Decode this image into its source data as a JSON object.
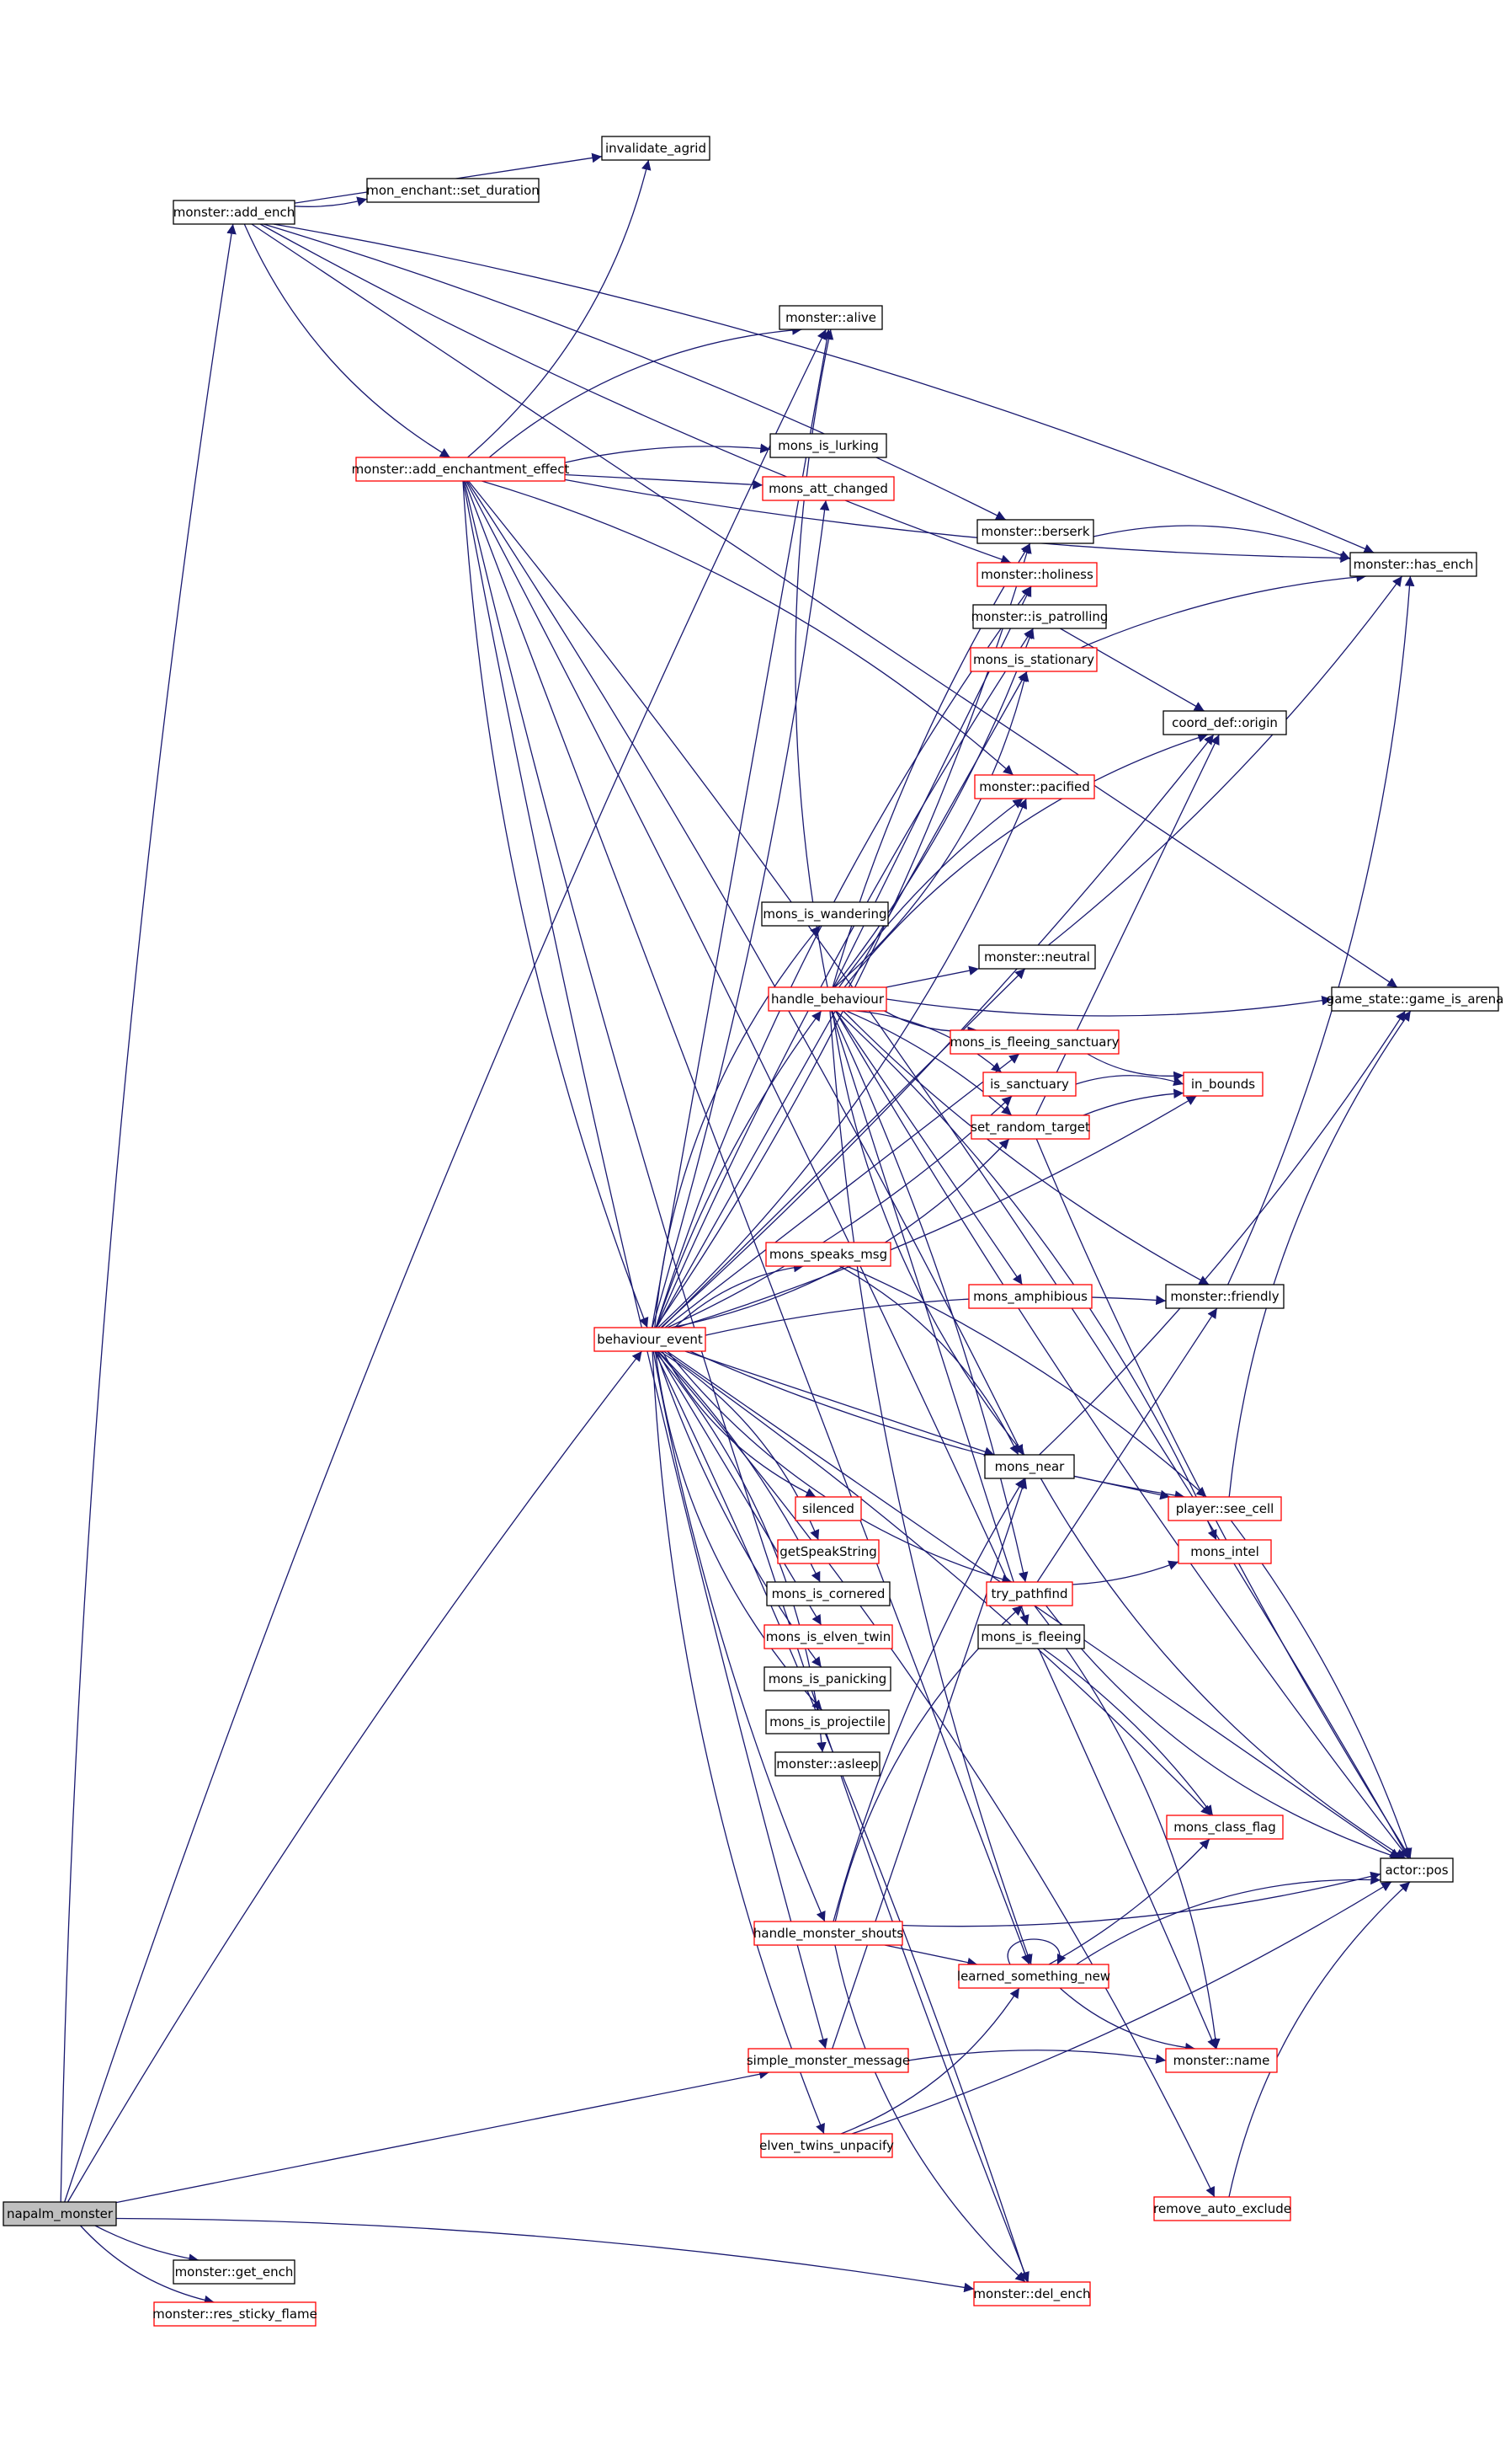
{
  "graph": {
    "nodes": [
      {
        "id": "napalm_monster",
        "label": "napalm_monster",
        "style": "root"
      },
      {
        "id": "add_ench",
        "label": "monster::add_ench",
        "style": "black"
      },
      {
        "id": "invalidate_agrid",
        "label": "invalidate_agrid",
        "style": "black"
      },
      {
        "id": "set_duration",
        "label": "mon_enchant::set_duration",
        "style": "black"
      },
      {
        "id": "alive",
        "label": "monster::alive",
        "style": "black"
      },
      {
        "id": "add_ench_effect",
        "label": "monster::add_enchantment_effect",
        "style": "red"
      },
      {
        "id": "mons_is_lurking",
        "label": "mons_is_lurking",
        "style": "black"
      },
      {
        "id": "mons_att_changed",
        "label": "mons_att_changed",
        "style": "red"
      },
      {
        "id": "berserk",
        "label": "monster::berserk",
        "style": "black"
      },
      {
        "id": "has_ench",
        "label": "monster::has_ench",
        "style": "black"
      },
      {
        "id": "holiness",
        "label": "monster::holiness",
        "style": "red"
      },
      {
        "id": "is_patrolling",
        "label": "monster::is_patrolling",
        "style": "black"
      },
      {
        "id": "mons_is_stationary",
        "label": "mons_is_stationary",
        "style": "red"
      },
      {
        "id": "origin",
        "label": "coord_def::origin",
        "style": "black"
      },
      {
        "id": "pacified",
        "label": "monster::pacified",
        "style": "red"
      },
      {
        "id": "mons_is_wandering",
        "label": "mons_is_wandering",
        "style": "black"
      },
      {
        "id": "neutral",
        "label": "monster::neutral",
        "style": "black"
      },
      {
        "id": "handle_behaviour",
        "label": "handle_behaviour",
        "style": "red"
      },
      {
        "id": "game_is_arena",
        "label": "game_state::game_is_arena",
        "style": "black"
      },
      {
        "id": "fleeing_sanctuary",
        "label": "mons_is_fleeing_sanctuary",
        "style": "red"
      },
      {
        "id": "is_sanctuary",
        "label": "is_sanctuary",
        "style": "red"
      },
      {
        "id": "in_bounds",
        "label": "in_bounds",
        "style": "red"
      },
      {
        "id": "set_random_target",
        "label": "set_random_target",
        "style": "red"
      },
      {
        "id": "mons_speaks_msg",
        "label": "mons_speaks_msg",
        "style": "red"
      },
      {
        "id": "mons_amphibious",
        "label": "mons_amphibious",
        "style": "red"
      },
      {
        "id": "friendly",
        "label": "monster::friendly",
        "style": "black"
      },
      {
        "id": "behaviour_event",
        "label": "behaviour_event",
        "style": "red"
      },
      {
        "id": "mons_near",
        "label": "mons_near",
        "style": "black"
      },
      {
        "id": "see_cell",
        "label": "player::see_cell",
        "style": "red"
      },
      {
        "id": "silenced",
        "label": "silenced",
        "style": "red"
      },
      {
        "id": "getSpeakString",
        "label": "getSpeakString",
        "style": "red"
      },
      {
        "id": "mons_intel",
        "label": "mons_intel",
        "style": "red"
      },
      {
        "id": "mons_is_cornered",
        "label": "mons_is_cornered",
        "style": "black"
      },
      {
        "id": "try_pathfind",
        "label": "try_pathfind",
        "style": "red"
      },
      {
        "id": "mons_is_elven_twin",
        "label": "mons_is_elven_twin",
        "style": "red"
      },
      {
        "id": "mons_is_fleeing",
        "label": "mons_is_fleeing",
        "style": "black"
      },
      {
        "id": "mons_is_panicking",
        "label": "mons_is_panicking",
        "style": "black"
      },
      {
        "id": "mons_is_projectile",
        "label": "mons_is_projectile",
        "style": "black"
      },
      {
        "id": "asleep",
        "label": "monster::asleep",
        "style": "black"
      },
      {
        "id": "mons_class_flag",
        "label": "mons_class_flag",
        "style": "red"
      },
      {
        "id": "actor_pos",
        "label": "actor::pos",
        "style": "black"
      },
      {
        "id": "handle_monster_shouts",
        "label": "handle_monster_shouts",
        "style": "red"
      },
      {
        "id": "learned_something_new",
        "label": "learned_something_new",
        "style": "red"
      },
      {
        "id": "simple_monster_message",
        "label": "simple_monster_message",
        "style": "red"
      },
      {
        "id": "monster_name",
        "label": "monster::name",
        "style": "red"
      },
      {
        "id": "elven_twins_unpacify",
        "label": "elven_twins_unpacify",
        "style": "red"
      },
      {
        "id": "remove_auto_exclude",
        "label": "remove_auto_exclude",
        "style": "red"
      },
      {
        "id": "del_ench",
        "label": "monster::del_ench",
        "style": "red"
      },
      {
        "id": "get_ench",
        "label": "monster::get_ench",
        "style": "black"
      },
      {
        "id": "res_sticky_flame",
        "label": "monster::res_sticky_flame",
        "style": "red"
      }
    ],
    "edges": [
      [
        "napalm_monster",
        "add_ench"
      ],
      [
        "napalm_monster",
        "behaviour_event"
      ],
      [
        "napalm_monster",
        "simple_monster_message"
      ],
      [
        "napalm_monster",
        "get_ench"
      ],
      [
        "napalm_monster",
        "res_sticky_flame"
      ],
      [
        "napalm_monster",
        "alive"
      ],
      [
        "napalm_monster",
        "del_ench"
      ],
      [
        "add_ench",
        "invalidate_agrid"
      ],
      [
        "add_ench",
        "set_duration"
      ],
      [
        "add_ench",
        "add_ench_effect"
      ],
      [
        "add_ench",
        "has_ench"
      ],
      [
        "add_ench",
        "berserk"
      ],
      [
        "add_ench",
        "game_is_arena"
      ],
      [
        "add_ench",
        "holiness"
      ],
      [
        "add_ench_effect",
        "invalidate_agrid"
      ],
      [
        "add_ench_effect",
        "alive"
      ],
      [
        "add_ench_effect",
        "mons_is_lurking"
      ],
      [
        "add_ench_effect",
        "mons_att_changed"
      ],
      [
        "add_ench_effect",
        "has_ench"
      ],
      [
        "add_ench_effect",
        "behaviour_event"
      ],
      [
        "add_ench_effect",
        "pacified"
      ],
      [
        "add_ench_effect",
        "mons_near"
      ],
      [
        "add_ench_effect",
        "learned_something_new"
      ],
      [
        "add_ench_effect",
        "simple_monster_message"
      ],
      [
        "add_ench_effect",
        "del_ench"
      ],
      [
        "add_ench_effect",
        "actor_pos"
      ],
      [
        "add_ench_effect",
        "monster_name"
      ],
      [
        "behaviour_event",
        "alive"
      ],
      [
        "behaviour_event",
        "mons_att_changed"
      ],
      [
        "behaviour_event",
        "berserk"
      ],
      [
        "behaviour_event",
        "holiness"
      ],
      [
        "behaviour_event",
        "is_patrolling"
      ],
      [
        "behaviour_event",
        "mons_is_stationary"
      ],
      [
        "behaviour_event",
        "origin"
      ],
      [
        "behaviour_event",
        "pacified"
      ],
      [
        "behaviour_event",
        "mons_is_wandering"
      ],
      [
        "behaviour_event",
        "handle_behaviour"
      ],
      [
        "behaviour_event",
        "fleeing_sanctuary"
      ],
      [
        "behaviour_event",
        "is_sanctuary"
      ],
      [
        "behaviour_event",
        "set_random_target"
      ],
      [
        "behaviour_event",
        "mons_speaks_msg"
      ],
      [
        "behaviour_event",
        "friendly"
      ],
      [
        "behaviour_event",
        "mons_near"
      ],
      [
        "behaviour_event",
        "see_cell"
      ],
      [
        "behaviour_event",
        "silenced"
      ],
      [
        "behaviour_event",
        "getSpeakString"
      ],
      [
        "behaviour_event",
        "mons_is_cornered"
      ],
      [
        "behaviour_event",
        "mons_is_elven_twin"
      ],
      [
        "behaviour_event",
        "mons_is_panicking"
      ],
      [
        "behaviour_event",
        "mons_is_projectile"
      ],
      [
        "behaviour_event",
        "asleep"
      ],
      [
        "behaviour_event",
        "mons_class_flag"
      ],
      [
        "behaviour_event",
        "actor_pos"
      ],
      [
        "behaviour_event",
        "handle_monster_shouts"
      ],
      [
        "behaviour_event",
        "elven_twins_unpacify"
      ],
      [
        "behaviour_event",
        "remove_auto_exclude"
      ],
      [
        "behaviour_event",
        "del_ench"
      ],
      [
        "behaviour_event",
        "neutral"
      ],
      [
        "behaviour_event",
        "in_bounds"
      ],
      [
        "behaviour_event",
        "try_pathfind"
      ],
      [
        "handle_behaviour",
        "alive"
      ],
      [
        "handle_behaviour",
        "berserk"
      ],
      [
        "handle_behaviour",
        "holiness"
      ],
      [
        "handle_behaviour",
        "is_patrolling"
      ],
      [
        "handle_behaviour",
        "mons_is_stationary"
      ],
      [
        "handle_behaviour",
        "origin"
      ],
      [
        "handle_behaviour",
        "pacified"
      ],
      [
        "handle_behaviour",
        "neutral"
      ],
      [
        "handle_behaviour",
        "game_is_arena"
      ],
      [
        "handle_behaviour",
        "fleeing_sanctuary"
      ],
      [
        "handle_behaviour",
        "is_sanctuary"
      ],
      [
        "handle_behaviour",
        "set_random_target"
      ],
      [
        "handle_behaviour",
        "mons_amphibious"
      ],
      [
        "handle_behaviour",
        "friendly"
      ],
      [
        "handle_behaviour",
        "mons_near"
      ],
      [
        "handle_behaviour",
        "mons_intel"
      ],
      [
        "handle_behaviour",
        "try_pathfind"
      ],
      [
        "handle_behaviour",
        "mons_is_fleeing"
      ],
      [
        "handle_behaviour",
        "actor_pos"
      ],
      [
        "handle_behaviour",
        "learned_something_new"
      ],
      [
        "berserk",
        "has_ench"
      ],
      [
        "mons_is_stationary",
        "has_ench"
      ],
      [
        "is_patrolling",
        "origin"
      ],
      [
        "neutral",
        "has_ench"
      ],
      [
        "fleeing_sanctuary",
        "in_bounds"
      ],
      [
        "is_sanctuary",
        "in_bounds"
      ],
      [
        "set_random_target",
        "in_bounds"
      ],
      [
        "set_random_target",
        "origin"
      ],
      [
        "set_random_target",
        "actor_pos"
      ],
      [
        "friendly",
        "has_ench"
      ],
      [
        "mons_speaks_msg",
        "mons_near"
      ],
      [
        "mons_speaks_msg",
        "see_cell"
      ],
      [
        "mons_near",
        "see_cell"
      ],
      [
        "mons_near",
        "game_is_arena"
      ],
      [
        "mons_near",
        "actor_pos"
      ],
      [
        "see_cell",
        "game_is_arena"
      ],
      [
        "see_cell",
        "actor_pos"
      ],
      [
        "try_pathfind",
        "friendly"
      ],
      [
        "try_pathfind",
        "mons_intel"
      ],
      [
        "try_pathfind",
        "actor_pos"
      ],
      [
        "try_pathfind",
        "monster_name"
      ],
      [
        "mons_is_fleeing",
        "mons_class_flag"
      ],
      [
        "handle_monster_shouts",
        "learned_something_new"
      ],
      [
        "handle_monster_shouts",
        "actor_pos"
      ],
      [
        "handle_monster_shouts",
        "del_ench"
      ],
      [
        "handle_monster_shouts",
        "try_pathfind"
      ],
      [
        "handle_monster_shouts",
        "mons_near"
      ],
      [
        "learned_something_new",
        "learned_something_new"
      ],
      [
        "learned_something_new",
        "mons_class_flag"
      ],
      [
        "learned_something_new",
        "monster_name"
      ],
      [
        "learned_something_new",
        "actor_pos"
      ],
      [
        "simple_monster_message",
        "monster_name"
      ],
      [
        "simple_monster_message",
        "mons_near"
      ],
      [
        "elven_twins_unpacify",
        "actor_pos"
      ],
      [
        "elven_twins_unpacify",
        "learned_something_new"
      ],
      [
        "remove_auto_exclude",
        "actor_pos"
      ]
    ]
  }
}
